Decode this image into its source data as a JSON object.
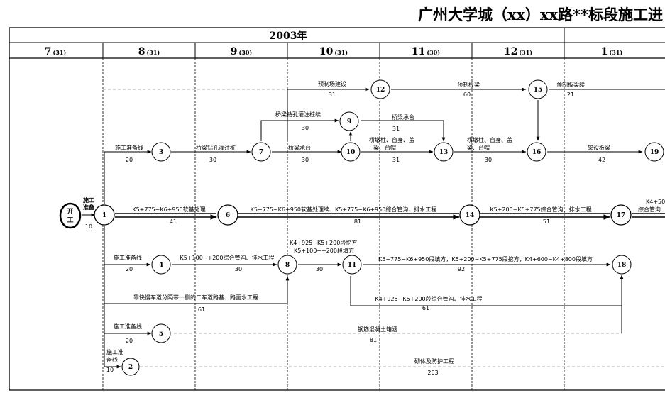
{
  "title": "广州大学城（xx）xx路**标段施工进",
  "year_label": "2003年",
  "months": [
    {
      "num": "7",
      "days": "(31)"
    },
    {
      "num": "8",
      "days": "(31)"
    },
    {
      "num": "9",
      "days": "(30)"
    },
    {
      "num": "10",
      "days": "(31)"
    },
    {
      "num": "11",
      "days": "(30)"
    },
    {
      "num": "12",
      "days": "(31)"
    },
    {
      "num": "1",
      "days": "(31)"
    }
  ],
  "start_node": {
    "l1": "开",
    "l2": "工"
  },
  "start_task": {
    "l1": "施工",
    "l2": "准备",
    "dur": "10"
  },
  "nodes": [
    "1",
    "2",
    "3",
    "4",
    "5",
    "6",
    "7",
    "8",
    "9",
    "10",
    "11",
    "12",
    "13",
    "14",
    "15",
    "16",
    "17",
    "18",
    "19"
  ],
  "tasks": {
    "t1_3": {
      "label": "施工准备线",
      "dur": "20"
    },
    "t3_7": {
      "label": "桥梁钻孔灌注桩",
      "dur": "30"
    },
    "t7_9": {
      "label": "桥梁钻孔灌注桩续",
      "dur": "30"
    },
    "t7_10": {
      "label": "桥梁承台",
      "dur": "30"
    },
    "t9_13": {
      "label": "桥梁承台",
      "dur": "31"
    },
    "t10_13": {
      "l1": "桥墩柱、台身、盖",
      "l2": "梁、台帽",
      "dur": "31"
    },
    "t13_16": {
      "l1": "桥墩柱、台身、盖",
      "l2": "梁、台帽",
      "dur": "30"
    },
    "t16_19": {
      "label": "架设板梁",
      "dur": "42"
    },
    "t10_12": {
      "label": "预制场建设",
      "dur": "31"
    },
    "t12_15": {
      "label": "预制板梁",
      "dur": "60"
    },
    "t15_more": {
      "label": "预制板梁续",
      "dur": "21"
    },
    "t1_6": {
      "label": "K5+775~K6+950软基处理",
      "dur": "41"
    },
    "t6_14": {
      "label": "K5+775~K6+950软基处理续、K5+775~K6+950综合管沟、排水工程",
      "dur": "81"
    },
    "t14_17": {
      "label": "K5+200~K5+775综合管沟、排水工程",
      "dur": "51"
    },
    "t17_more": {
      "l1": "K4+50",
      "l2": "综合管沟"
    },
    "t1_4": {
      "label": "施工准备线",
      "dur": "20"
    },
    "t4_8": {
      "label": "K5+100~+200综合管沟、排水工程",
      "dur": "30"
    },
    "t8_11": {
      "l1": "K4+925~K5+200段挖方",
      "l2": "K5+100~+200段填方",
      "dur": "30"
    },
    "t11_18": {
      "label": "K5+775~K6+950段填方，K5+200~K5+775段挖方，K4+600~K4+800段填方",
      "dur": "92"
    },
    "t1_8": {
      "label": "靠快慢车道分隔带一侧的二车道路基、路面水工程",
      "dur": "61"
    },
    "t11_18b": {
      "label": "K4+925~K5+200段综合管沟、排水工程",
      "dur": "61"
    },
    "t1_5": {
      "label": "施工准备线",
      "dur": "20"
    },
    "t5_18": {
      "label": "钢筋混凝土箱涵",
      "dur": "81"
    },
    "t1_2": {
      "l1": "施工准",
      "l2": "备线",
      "dur": "10"
    },
    "t2_end": {
      "label": "砌体及防护工程",
      "dur": "203"
    }
  }
}
